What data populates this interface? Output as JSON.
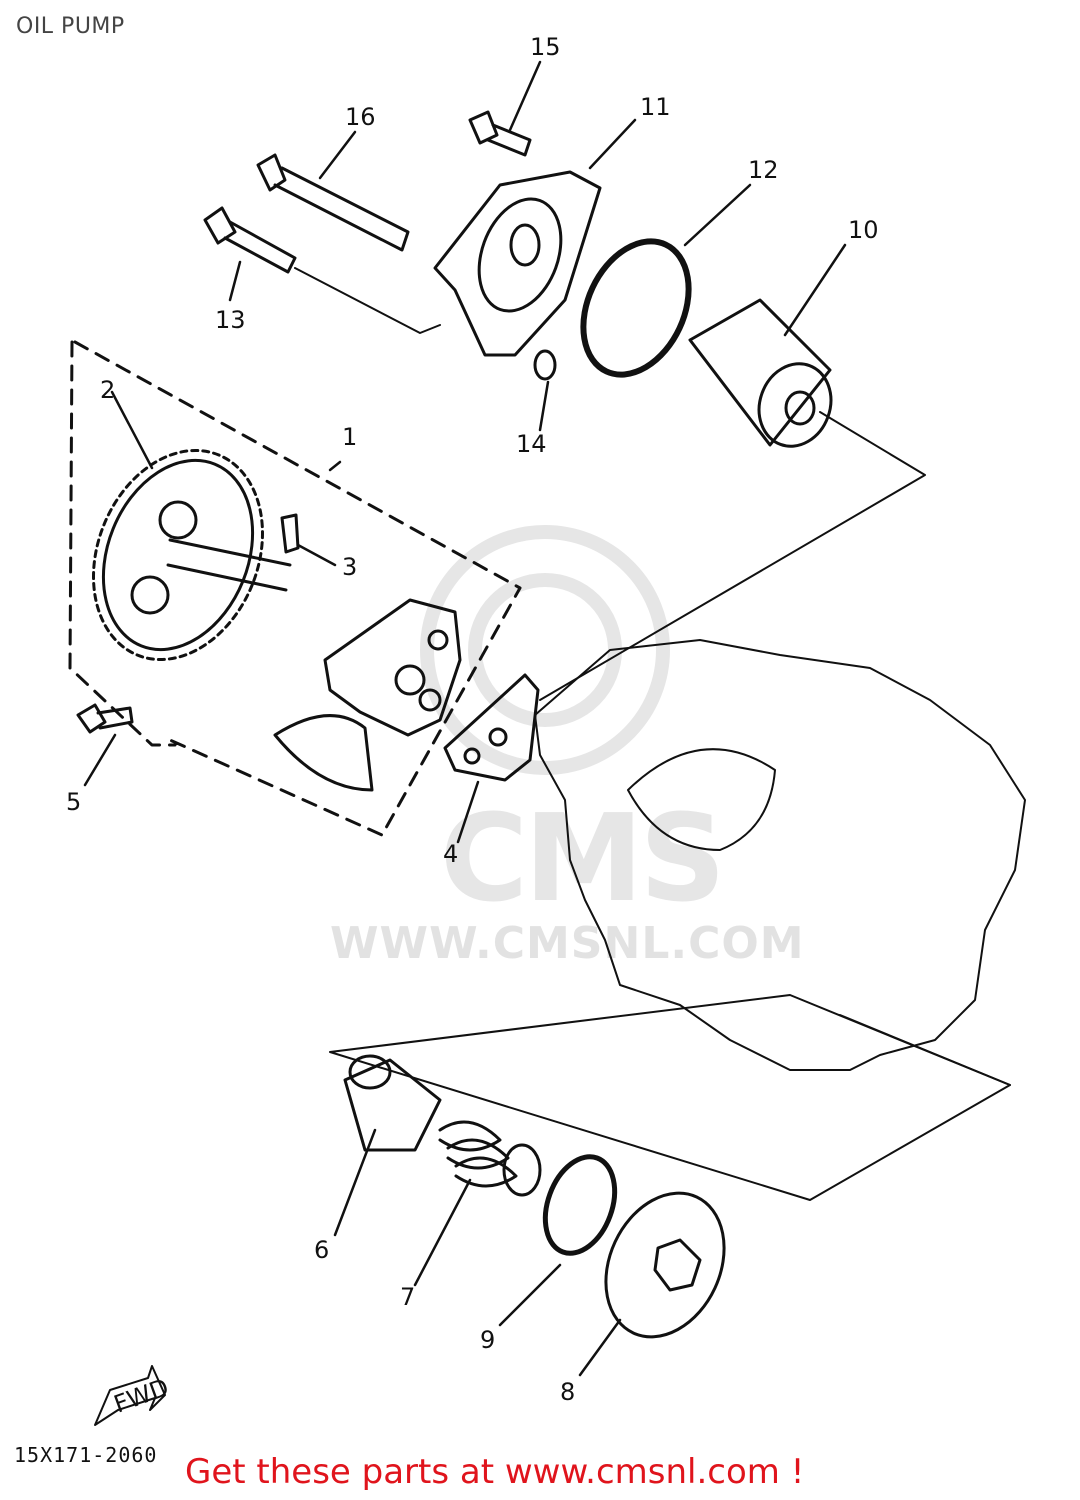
{
  "page_title": "OIL PUMP",
  "watermark": {
    "brand": "CMS",
    "url": "WWW.CMSNL.COM"
  },
  "callouts": [
    "1",
    "2",
    "3",
    "4",
    "5",
    "6",
    "7",
    "8",
    "9",
    "10",
    "11",
    "12",
    "13",
    "14",
    "15",
    "16"
  ],
  "fwd_label": "FWD",
  "drawing_code": "15X171-2060",
  "footer_promo": "Get these parts at www.cmsnl.com !",
  "colors": {
    "ink": "#111111",
    "promo": "#e0141c",
    "watermark": "#e2e2e2"
  }
}
